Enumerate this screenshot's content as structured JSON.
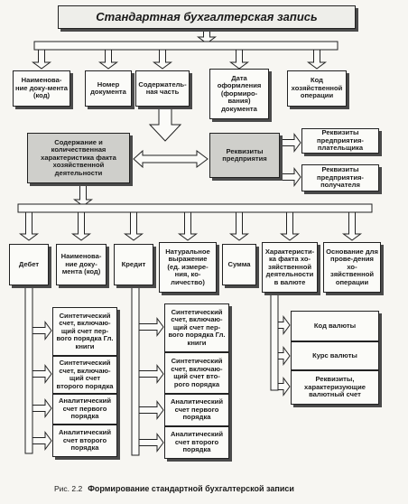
{
  "title": "Стандартная бухгалтерская запись",
  "top_row": [
    "Наименова-ние доку-мента (код)",
    "Номер документа",
    "Содержатель-ная часть",
    "Дата оформления (формиро-вания) документа",
    "Код хозяйственной операции"
  ],
  "content_box": "Содержание и количественная характеристика факта хозяйственной деятельности",
  "requisites_box": "Реквизиты предприятия",
  "payer_box": "Реквизиты предприятия-плательщика",
  "receiver_box": "Реквизиты предприятия-получателя",
  "bottom_row": [
    "Дебет",
    "Наименова-ние доку-мента (код)",
    "Кредит",
    "Натуральное выражение (ед. измере-ния, ко-личество)",
    "Сумма",
    "Характеристи-ка факта хо-зяйственной деятельности в валюте",
    "Основание для прове-дения хо-зяйственной операции"
  ],
  "debit_items": [
    "Синтетический счет, включаю-щий счет пер-вого порядка Гл. книги",
    "Синтетический счет, включаю-щий счет второго порядка",
    "Аналитический счет первого порядка",
    "Аналитический счет второго порядка"
  ],
  "credit_items": [
    "Синтетический счет, включаю-щий счет пер-вого порядка Гл. книги",
    "Синтетический счет, включаю-щий счет вто-рого порядка",
    "Аналитический счет первого порядка",
    "Аналитический счет второго порядка"
  ],
  "currency_items": [
    "Код валюты",
    "Курс валюты",
    "Реквизиты, характеризующие валютный счет"
  ],
  "caption": {
    "label": "Рис. 2.2",
    "text": "Формирование стандартной бухгалтерской записи"
  }
}
